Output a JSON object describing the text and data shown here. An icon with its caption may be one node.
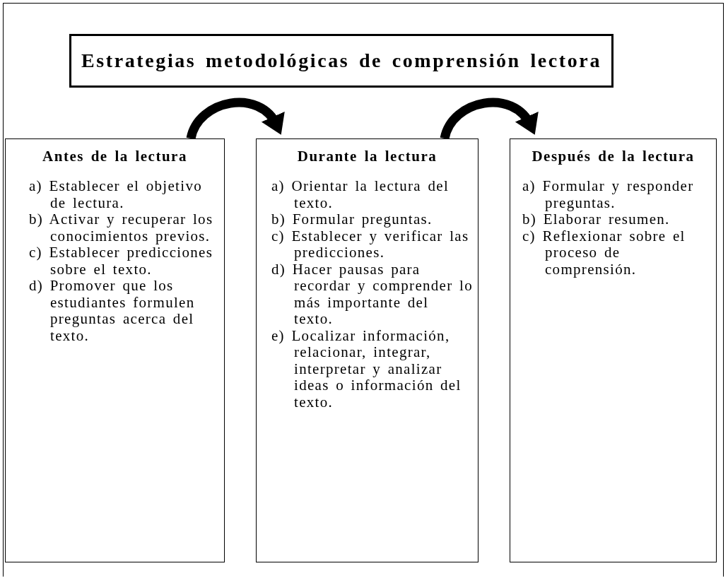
{
  "diagram": {
    "nodes": [
      {
        "text": [
          "Estrategias metodológicas de comprensión lectora"
        ]
      },
      {
        "text": [
          "Antes de la lectura",
          "a) Establecer el objetivo de lectura.",
          "b) Activar y recuperar los conocimientos previos.",
          "c) Establecer predicciones sobre el texto.",
          "d) Promover que los estudiantes formulen preguntas acerca del texto."
        ]
      },
      {
        "text": [
          "Durante la lectura",
          "a) Orientar la lectura del texto.",
          "b) Formular preguntas.",
          "c) Establecer y verificar las predicciones.",
          "d) Hacer pausas para recordar y comprender lo más importante del texto.",
          "e) Localizar información, relacionar, integrar, interpretar y analizar ideas o información del texto."
        ]
      },
      {
        "text": [
          "Después de la lectura",
          "a) Formular y responder preguntas.",
          "b) Elaborar resumen.",
          "c) Reflexionar sobre el proceso de comprensión."
        ]
      }
    ],
    "edges": [
      {
        "from": 1,
        "to": 2,
        "arrow": "to"
      },
      {
        "from": 2,
        "to": 3,
        "arrow": "to"
      }
    ]
  }
}
